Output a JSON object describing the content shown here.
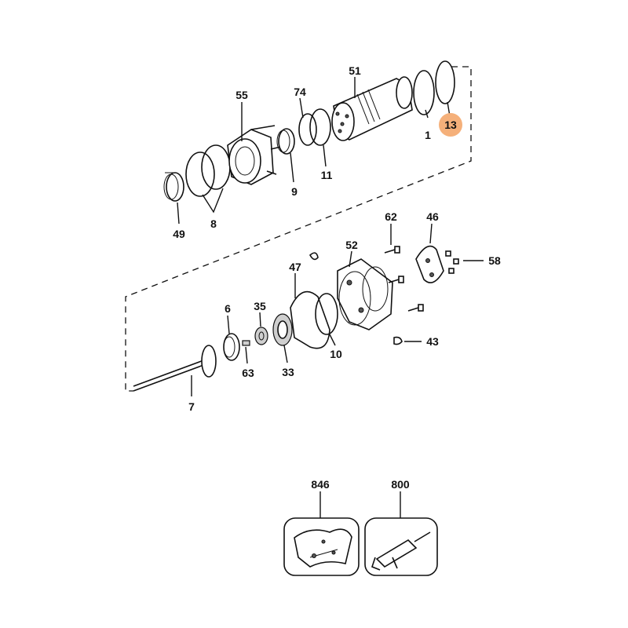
{
  "labels": {
    "p55": "55",
    "p74": "74",
    "p51": "51",
    "p1": "1",
    "p13": "13",
    "p9": "9",
    "p11": "11",
    "p49": "49",
    "p8": "8",
    "p62": "62",
    "p46": "46",
    "p58": "58",
    "p52": "52",
    "p47": "47",
    "p6": "6",
    "p35": "35",
    "p10": "10",
    "p43": "43",
    "p63": "63",
    "p33": "33",
    "p7": "7",
    "p846": "846",
    "p800": "800"
  },
  "colors": {
    "highlight": "#f5b07a",
    "line": "#111111"
  }
}
